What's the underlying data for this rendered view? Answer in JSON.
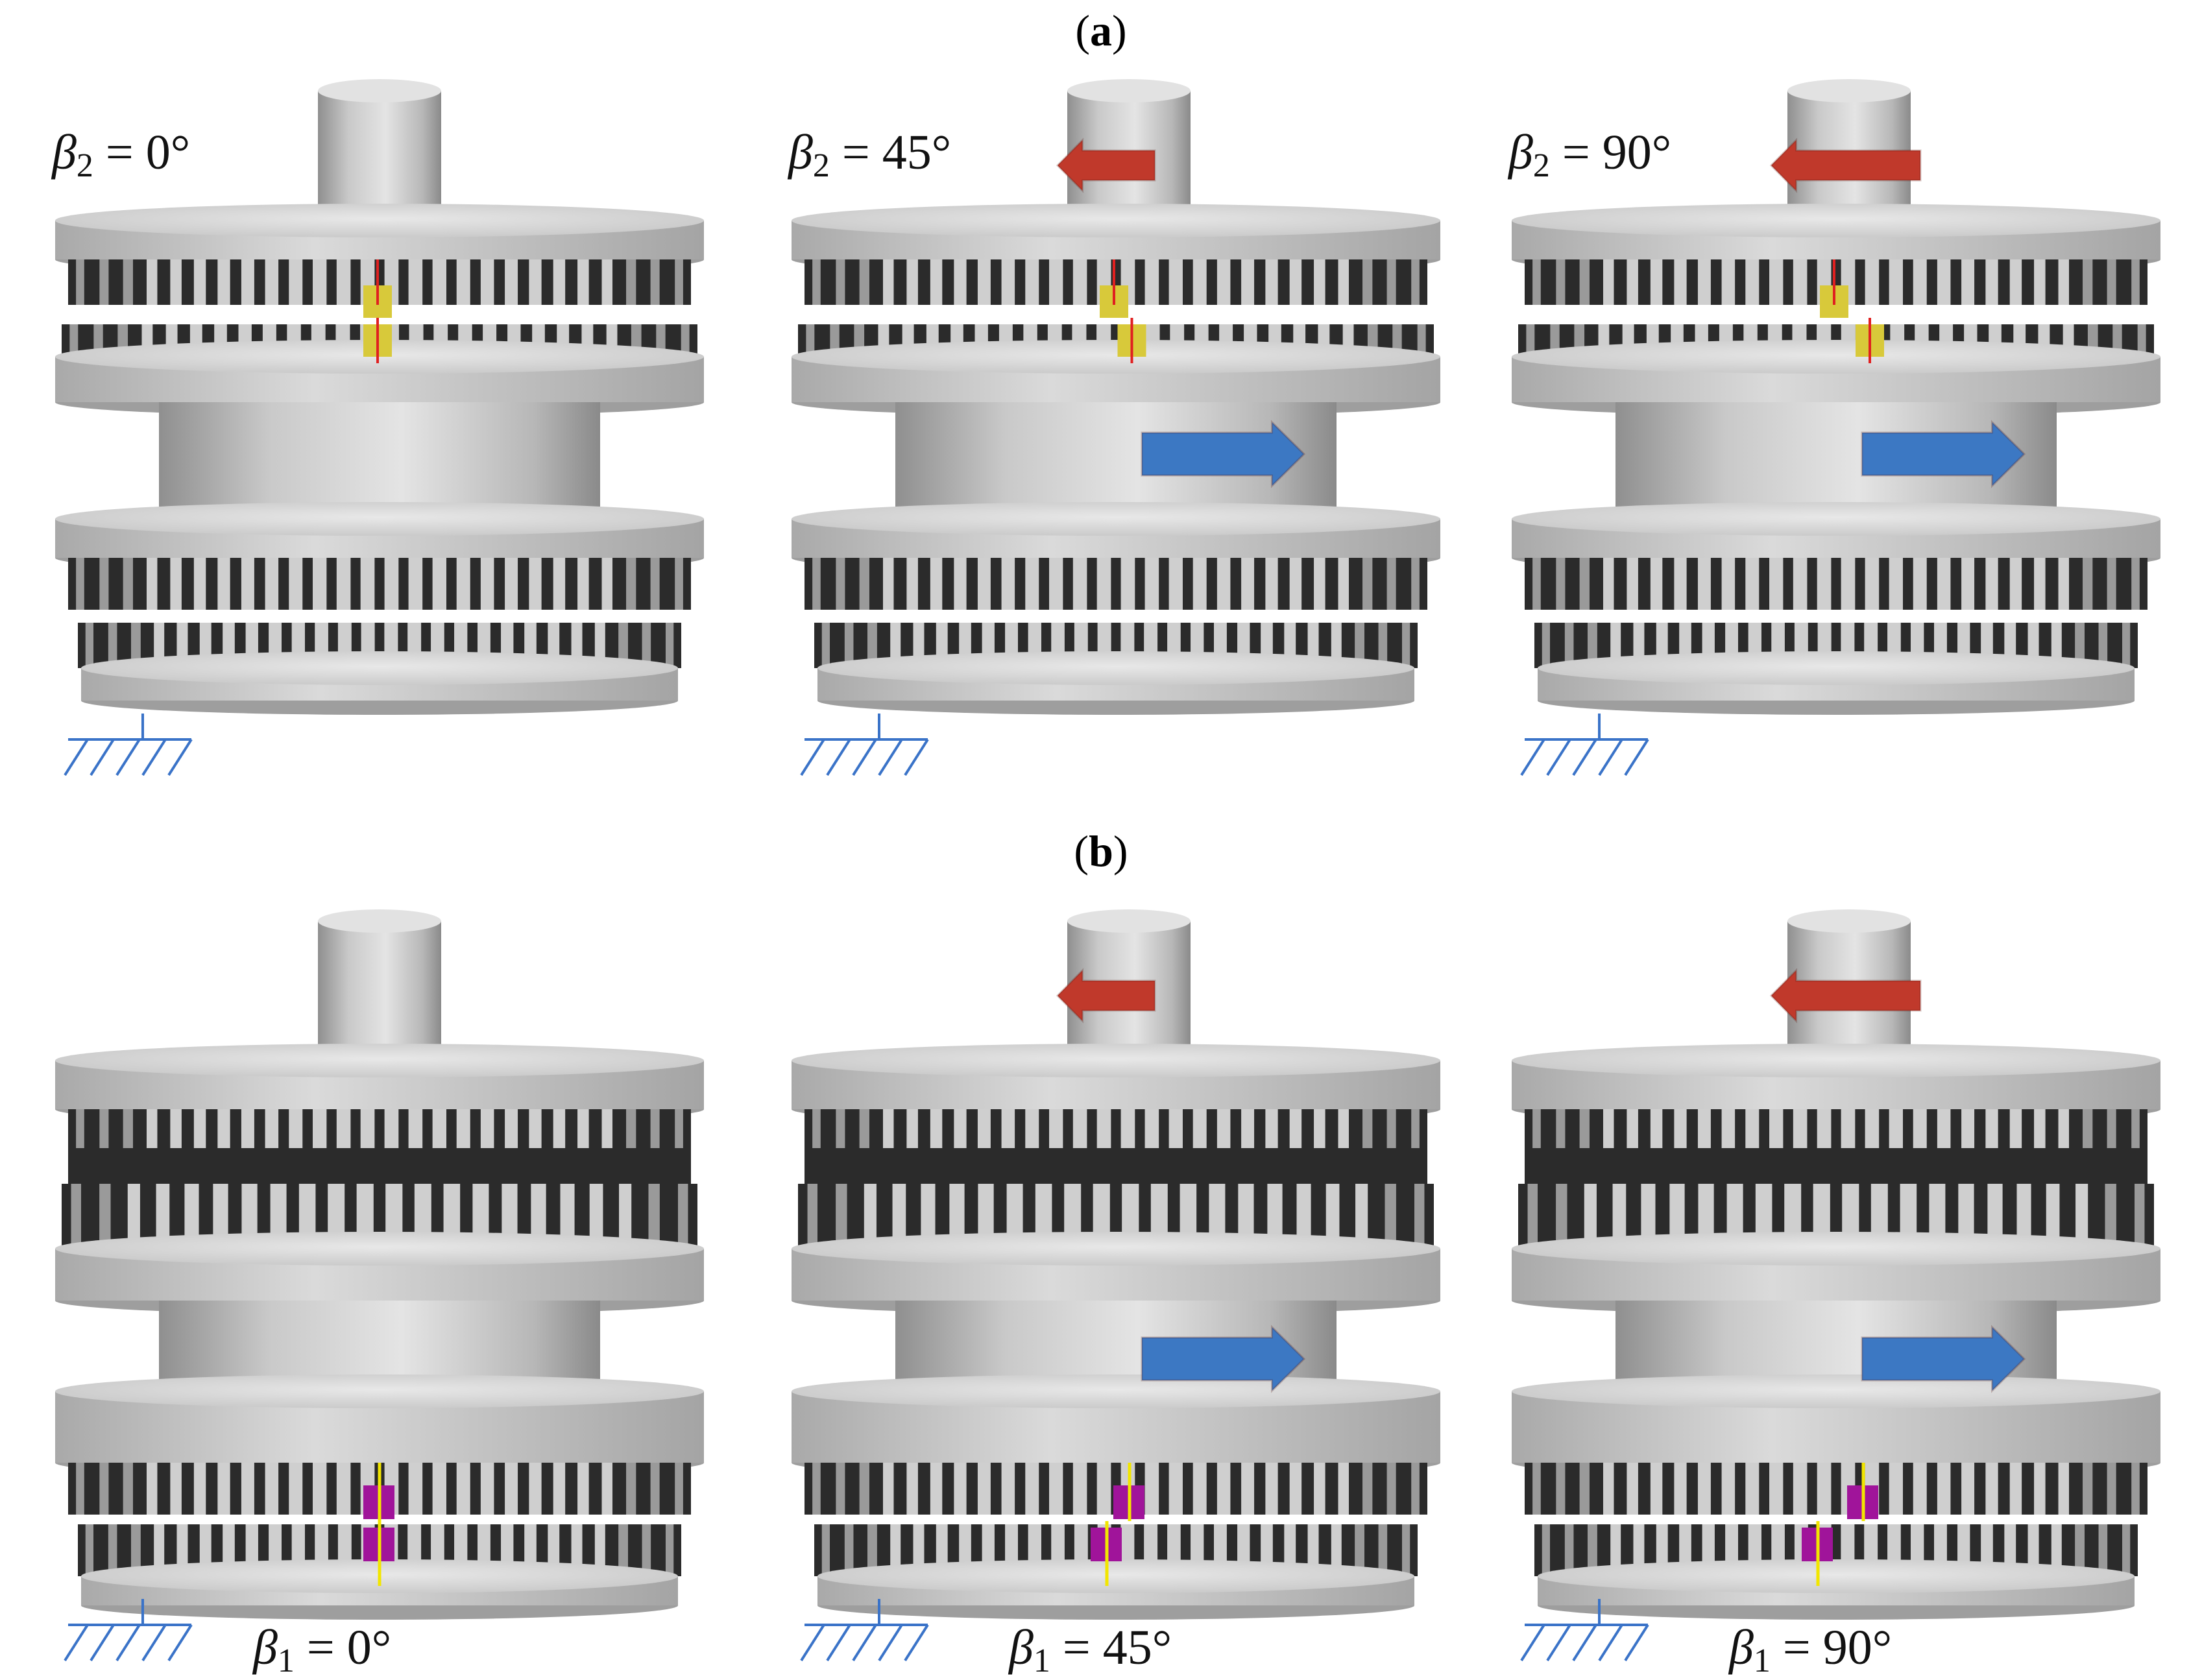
{
  "figure": {
    "row_a_label_letter": "a",
    "row_b_label_letter": "b",
    "row_a": [
      {
        "beta_symbol": "β",
        "beta_subscript": "2",
        "beta_value": " = 0°",
        "top_arrow": false,
        "mid_arrow": false,
        "marker_offset": 0
      },
      {
        "beta_symbol": "β",
        "beta_subscript": "2",
        "beta_value": " = 45°",
        "top_arrow": true,
        "mid_arrow": true,
        "marker_offset": 0.5
      },
      {
        "beta_symbol": "β",
        "beta_subscript": "2",
        "beta_value": " = 90°",
        "top_arrow": true,
        "mid_arrow": true,
        "marker_offset": 1
      }
    ],
    "row_b": [
      {
        "beta_symbol": "β",
        "beta_subscript": "1",
        "beta_value": " = 0°",
        "top_arrow": false,
        "mid_arrow": false,
        "marker_offset": 0
      },
      {
        "beta_symbol": "β",
        "beta_subscript": "1",
        "beta_value": " = 45°",
        "top_arrow": true,
        "mid_arrow": true,
        "marker_offset": 0.5
      },
      {
        "beta_symbol": "β",
        "beta_subscript": "1",
        "beta_value": " = 90°",
        "top_arrow": true,
        "mid_arrow": true,
        "marker_offset": 1
      }
    ],
    "colors": {
      "arrow_top": "#c0392b",
      "arrow_mid": "#3c78c3",
      "marker_a": "#d8c93a",
      "marker_b": "#a0149a",
      "line_a": "#e02020",
      "line_b": "#f2e600",
      "ground": "#3a73c8"
    }
  }
}
